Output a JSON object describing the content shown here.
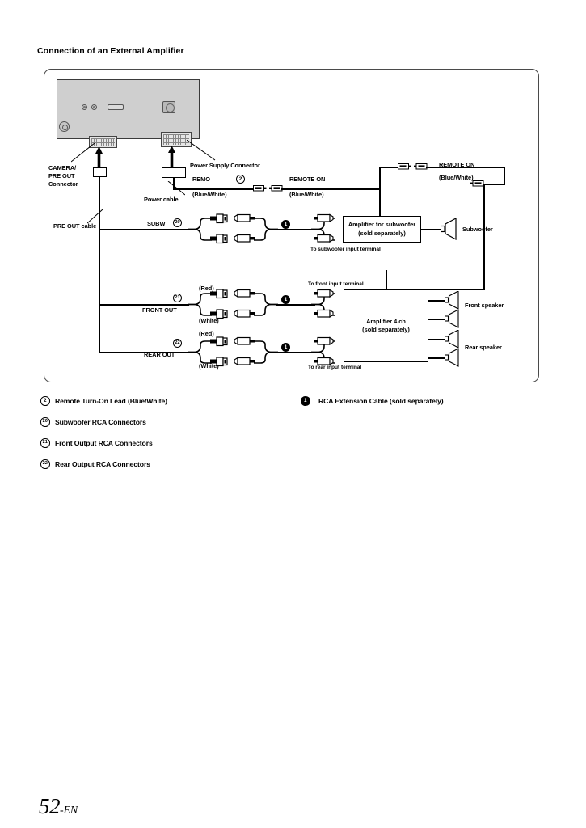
{
  "page": {
    "section_title": "Connection of an External Amplifier",
    "footer_page": "52",
    "footer_suffix": "-EN"
  },
  "diagram": {
    "head_unit": {
      "camera_preout_connector_label": "CAMERA/\nPRE OUT\nConnector",
      "camera_preout_line1": "CAMERA/",
      "camera_preout_line2": "PRE OUT",
      "camera_preout_line3": "Connector",
      "power_supply_connector_label": "Power Supply Connector",
      "power_cable_label": "Power cable",
      "pre_out_cable_label": "PRE OUT cable"
    },
    "remote": {
      "remo_label": "REMO",
      "remo_color": "(Blue/White)",
      "remote_on_label": "REMOTE ON",
      "remote_on_color": "(Blue/White)",
      "remote_on_right_label": "REMOTE ON",
      "remote_on_right_color": "(Blue/White)",
      "marker": "2"
    },
    "subwoofer_branch": {
      "output_label": "SUBW",
      "marker": "20",
      "extension_marker": "1",
      "amp_line1": "Amplifier for subwoofer",
      "amp_line2": "(sold separately)",
      "terminal_note": "To subwoofer input terminal",
      "speaker_label": "Subwoofer"
    },
    "front_branch": {
      "output_label": "FRONT OUT",
      "marker": "21",
      "extension_marker": "1",
      "red_label": "(Red)",
      "white_label": "(White)",
      "terminal_note": "To front input terminal",
      "speaker_label": "Front speaker"
    },
    "rear_branch": {
      "output_label": "REAR OUT",
      "marker": "22",
      "extension_marker": "1",
      "red_label": "(Red)",
      "white_label": "(White)",
      "terminal_note": "To rear input terminal",
      "speaker_label": "Rear speaker"
    },
    "amp_4ch": {
      "line1": "Amplifier 4 ch",
      "line2": "(sold separately)"
    }
  },
  "legend": {
    "left": [
      {
        "num": "2",
        "filled": false,
        "text": "Remote Turn-On Lead (Blue/White)"
      },
      {
        "num": "20",
        "filled": false,
        "text": "Subwoofer RCA Connectors"
      },
      {
        "num": "21",
        "filled": false,
        "text": "Front Output RCA Connectors"
      },
      {
        "num": "22",
        "filled": false,
        "text": "Rear Output RCA Connectors"
      }
    ],
    "right": [
      {
        "num": "1",
        "filled": true,
        "text": "RCA Extension Cable (sold separately)"
      }
    ]
  },
  "colors": {
    "head_unit_fill": "#cfcfcf",
    "frame_border": "#4a4a4a",
    "wire": "#000000"
  }
}
